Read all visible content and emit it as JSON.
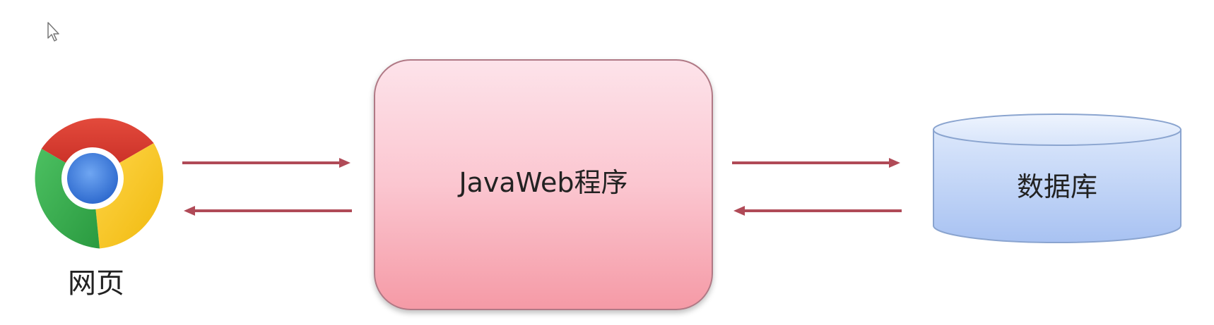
{
  "nodes": {
    "browser": {
      "label": "网页",
      "icon": "chrome-browser-icon"
    },
    "program": {
      "label": "JavaWeb程序"
    },
    "database": {
      "label": "数据库",
      "icon": "database-cylinder-icon"
    }
  },
  "connections": [
    {
      "from": "browser",
      "to": "program",
      "direction": "right"
    },
    {
      "from": "program",
      "to": "browser",
      "direction": "left"
    },
    {
      "from": "program",
      "to": "database",
      "direction": "right"
    },
    {
      "from": "database",
      "to": "program",
      "direction": "left"
    }
  ],
  "colors": {
    "arrow": "#b04a57",
    "program_fill_top": "#fde3ea",
    "program_fill_bottom": "#f59aa6",
    "database_fill": "#c7d8f7",
    "chrome_red": "#db3236",
    "chrome_yellow": "#f4c20d",
    "chrome_green": "#3cba54",
    "chrome_blue": "#4885ed"
  }
}
